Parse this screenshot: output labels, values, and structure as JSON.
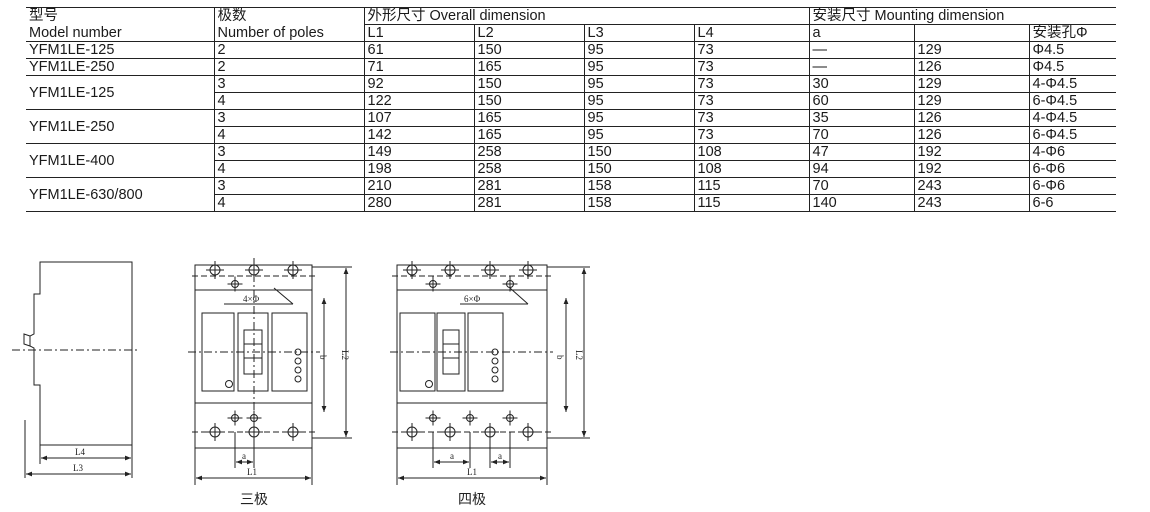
{
  "header": {
    "model_cn": "型号",
    "model_en": "Model number",
    "poles_cn": "极数",
    "poles_en": "Number of poles",
    "overall": "外形尺寸  Overall dimension",
    "mounting": "安装尺寸  Mounting dimension",
    "cols": [
      "L1",
      "L2",
      "L3",
      "L4",
      "a",
      "",
      "安装孔Φ"
    ]
  },
  "groups": [
    {
      "model": "YFM1LE-125",
      "rows": [
        {
          "poles": "2",
          "vals": [
            "61",
            "150",
            "95",
            "73",
            "—",
            "129",
            "Φ4.5"
          ]
        }
      ]
    },
    {
      "model": "YFM1LE-250",
      "rows": [
        {
          "poles": "2",
          "vals": [
            "71",
            "165",
            "95",
            "73",
            "—",
            "126",
            "Φ4.5"
          ]
        }
      ]
    },
    {
      "model": "YFM1LE-125",
      "rows": [
        {
          "poles": "3",
          "vals": [
            "92",
            "150",
            "95",
            "73",
            "30",
            "129",
            "4-Φ4.5"
          ]
        },
        {
          "poles": "4",
          "vals": [
            "122",
            "150",
            "95",
            "73",
            "60",
            "129",
            "6-Φ4.5"
          ]
        }
      ]
    },
    {
      "model": "YFM1LE-250",
      "rows": [
        {
          "poles": "3",
          "vals": [
            "107",
            "165",
            "95",
            "73",
            "35",
            "126",
            "4-Φ4.5"
          ]
        },
        {
          "poles": "4",
          "vals": [
            "142",
            "165",
            "95",
            "73",
            "70",
            "126",
            "6-Φ4.5"
          ]
        }
      ]
    },
    {
      "model": "YFM1LE-400",
      "rows": [
        {
          "poles": "3",
          "vals": [
            "149",
            "258",
            "150",
            "108",
            "47",
            "192",
            "4-Φ6"
          ]
        },
        {
          "poles": "4",
          "vals": [
            "198",
            "258",
            "150",
            "108",
            "94",
            "192",
            "6-Φ6"
          ]
        }
      ]
    },
    {
      "model": "YFM1LE-630/800",
      "rows": [
        {
          "poles": "3",
          "vals": [
            "210",
            "281",
            "158",
            "115",
            "70",
            "243",
            "6-Φ6"
          ]
        },
        {
          "poles": "4",
          "vals": [
            "280",
            "281",
            "158",
            "115",
            "140",
            "243",
            "6-6"
          ]
        }
      ]
    }
  ],
  "drawings": {
    "side": {
      "l4": "L4",
      "l3": "L3"
    },
    "three_pole": {
      "caption": "三极",
      "holes": "4×Φ",
      "b": "b",
      "l2": "L2",
      "a": "a",
      "l1": "L1"
    },
    "four_pole": {
      "caption": "四极",
      "holes": "6×Φ",
      "b": "b",
      "l2": "L2",
      "a1": "a",
      "a2": "a",
      "l1": "L1"
    }
  }
}
